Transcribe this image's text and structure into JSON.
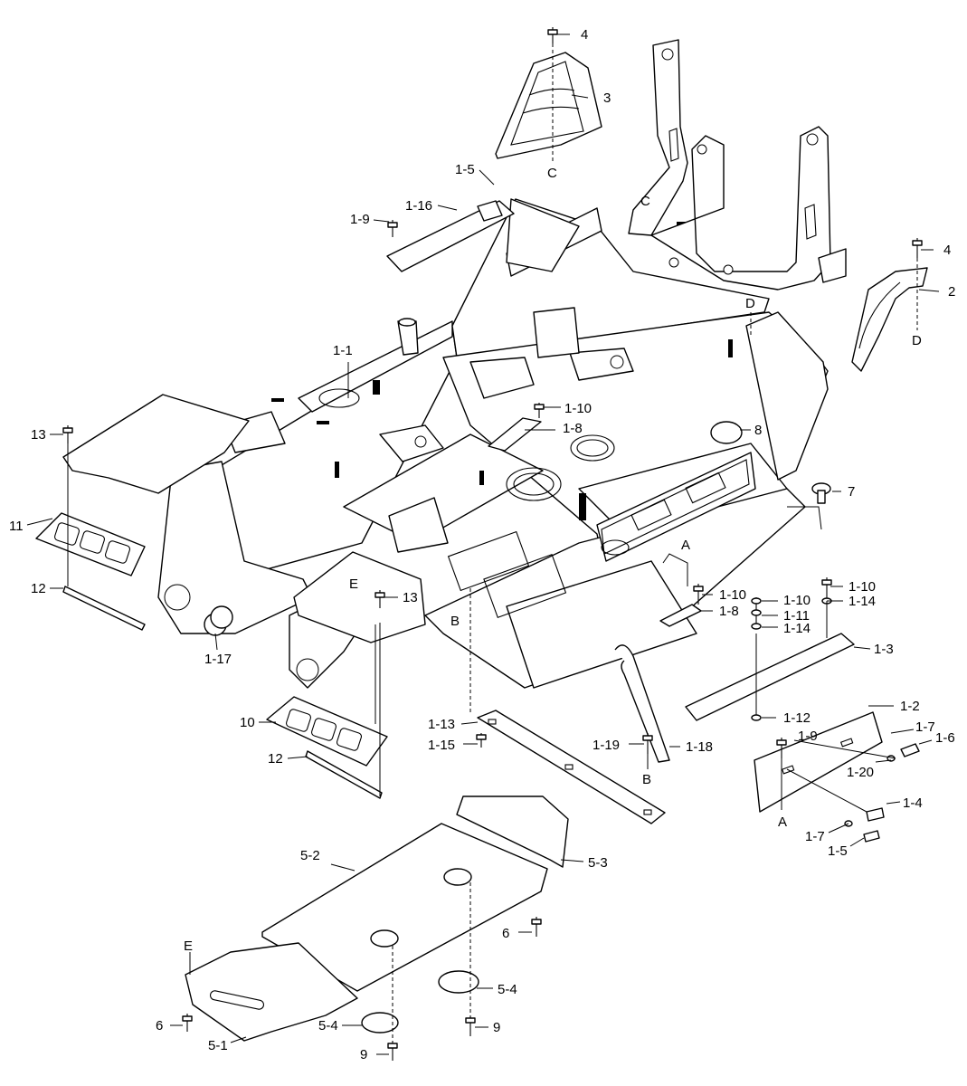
{
  "figure": {
    "callouts": [
      {
        "id": "c-4-top",
        "text": "4"
      },
      {
        "id": "c-3",
        "text": "3"
      },
      {
        "id": "c-C-top",
        "text": "C"
      },
      {
        "id": "c-1-5-top",
        "text": "1-5"
      },
      {
        "id": "c-1-16",
        "text": "1-16"
      },
      {
        "id": "c-1-9-top",
        "text": "1-9"
      },
      {
        "id": "c-C-mid",
        "text": "C"
      },
      {
        "id": "c-4-right",
        "text": "4"
      },
      {
        "id": "c-2",
        "text": "2"
      },
      {
        "id": "c-D-right",
        "text": "D"
      },
      {
        "id": "c-D-mid",
        "text": "D"
      },
      {
        "id": "c-1-1",
        "text": "1-1"
      },
      {
        "id": "c-1-10-mid",
        "text": "1-10"
      },
      {
        "id": "c-1-8-mid",
        "text": "1-8"
      },
      {
        "id": "c-13-left",
        "text": "13"
      },
      {
        "id": "c-8",
        "text": "8"
      },
      {
        "id": "c-7",
        "text": "7"
      },
      {
        "id": "c-11",
        "text": "11"
      },
      {
        "id": "c-A-mid",
        "text": "A"
      },
      {
        "id": "c-12-left",
        "text": "12"
      },
      {
        "id": "c-E-mid",
        "text": "E"
      },
      {
        "id": "c-13-mid",
        "text": "13"
      },
      {
        "id": "c-1-10-r1",
        "text": "1-10"
      },
      {
        "id": "c-1-10-r2",
        "text": "1-10"
      },
      {
        "id": "c-1-10-r3",
        "text": "1-10"
      },
      {
        "id": "c-1-8-right",
        "text": "1-8"
      },
      {
        "id": "c-1-11",
        "text": "1-11"
      },
      {
        "id": "c-1-14-a",
        "text": "1-14"
      },
      {
        "id": "c-1-14-b",
        "text": "1-14"
      },
      {
        "id": "c-B-mid",
        "text": "B"
      },
      {
        "id": "c-1-17",
        "text": "1-17"
      },
      {
        "id": "c-1-3",
        "text": "1-3"
      },
      {
        "id": "c-10",
        "text": "10"
      },
      {
        "id": "c-1-12",
        "text": "1-12"
      },
      {
        "id": "c-1-13",
        "text": "1-13"
      },
      {
        "id": "c-1-2",
        "text": "1-2"
      },
      {
        "id": "c-1-7-a",
        "text": "1-7"
      },
      {
        "id": "c-1-6",
        "text": "1-6"
      },
      {
        "id": "c-1-9-right",
        "text": "1-9"
      },
      {
        "id": "c-1-15",
        "text": "1-15"
      },
      {
        "id": "c-1-19",
        "text": "1-19"
      },
      {
        "id": "c-1-18",
        "text": "1-18"
      },
      {
        "id": "c-12-mid",
        "text": "12"
      },
      {
        "id": "c-B-low",
        "text": "B"
      },
      {
        "id": "c-1-20",
        "text": "1-20"
      },
      {
        "id": "c-1-4",
        "text": "1-4"
      },
      {
        "id": "c-A-low",
        "text": "A"
      },
      {
        "id": "c-1-7-b",
        "text": "1-7"
      },
      {
        "id": "c-1-5-low",
        "text": "1-5"
      },
      {
        "id": "c-5-2",
        "text": "5-2"
      },
      {
        "id": "c-5-3",
        "text": "5-3"
      },
      {
        "id": "c-6-right",
        "text": "6"
      },
      {
        "id": "c-E-low",
        "text": "E"
      },
      {
        "id": "c-5-4-right",
        "text": "5-4"
      },
      {
        "id": "c-6-left",
        "text": "6"
      },
      {
        "id": "c-5-4-left",
        "text": "5-4"
      },
      {
        "id": "c-9-mid",
        "text": "9"
      },
      {
        "id": "c-5-1",
        "text": "5-1"
      },
      {
        "id": "c-9-low",
        "text": "9"
      }
    ]
  }
}
